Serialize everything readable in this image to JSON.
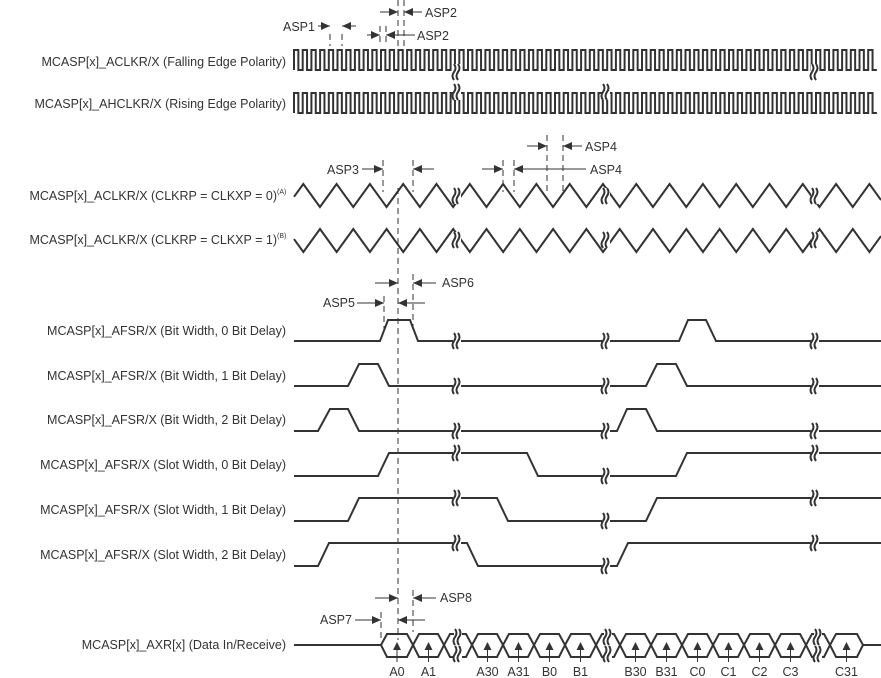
{
  "colors": {
    "line": "#333333",
    "background": "#ffffff"
  },
  "signals": [
    {
      "label": "MCASP[x]_ACLKR/X (Falling Edge Polarity)",
      "note": ""
    },
    {
      "label": "MCASP[x]_AHCLKR/X (Rising Edge Polarity)",
      "note": ""
    },
    {
      "label": "MCASP[x]_ACLKR/X (CLKRP = CLKXP = 0)",
      "note": "(A)"
    },
    {
      "label": "MCASP[x]_ACLKR/X (CLKRP = CLKXP = 1)",
      "note": "(B)"
    },
    {
      "label": "MCASP[x]_AFSR/X (Bit Width, 0 Bit Delay)",
      "note": ""
    },
    {
      "label": "MCASP[x]_AFSR/X (Bit Width, 1 Bit Delay)",
      "note": ""
    },
    {
      "label": "MCASP[x]_AFSR/X (Bit Width, 2 Bit Delay)",
      "note": ""
    },
    {
      "label": "MCASP[x]_AFSR/X (Slot Width, 0 Bit Delay)",
      "note": ""
    },
    {
      "label": "MCASP[x]_AFSR/X (Slot Width, 1 Bit Delay)",
      "note": ""
    },
    {
      "label": "MCASP[x]_AFSR/X (Slot Width, 2 Bit Delay)",
      "note": ""
    },
    {
      "label": "MCASP[x]_AXR[x] (Data In/Receive)",
      "note": ""
    }
  ],
  "annotations": {
    "asp1": "ASP1",
    "asp2_top": "ASP2",
    "asp2_bottom": "ASP2",
    "asp3": "ASP3",
    "asp4_top": "ASP4",
    "asp4_bottom": "ASP4",
    "asp5": "ASP5",
    "asp6": "ASP6",
    "asp7": "ASP7",
    "asp8": "ASP8"
  },
  "data_slots": [
    "A0",
    "A1",
    "A30",
    "A31",
    "B0",
    "B1",
    "B30",
    "B31",
    "C0",
    "C1",
    "C2",
    "C3",
    "C31"
  ]
}
